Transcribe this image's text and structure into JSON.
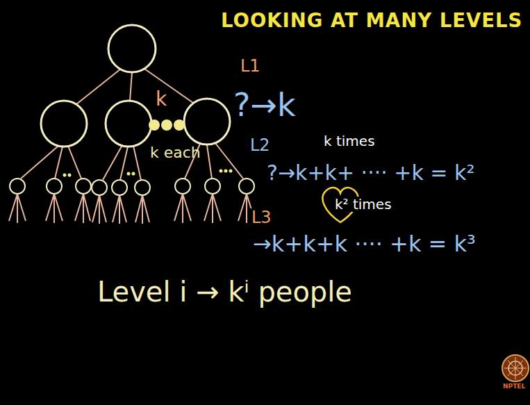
{
  "diagram": {
    "title": "LOOKING AT MANY LEVELS",
    "labels": [
      "k",
      "k each",
      "L1",
      "?→k",
      "L2",
      "k times",
      "?→k+k+ ···· +k = k²",
      "L3",
      "k² times",
      "→k+k+k ···· +k = k³",
      "Level i → kⁱ people",
      "NPTEL"
    ]
  }
}
